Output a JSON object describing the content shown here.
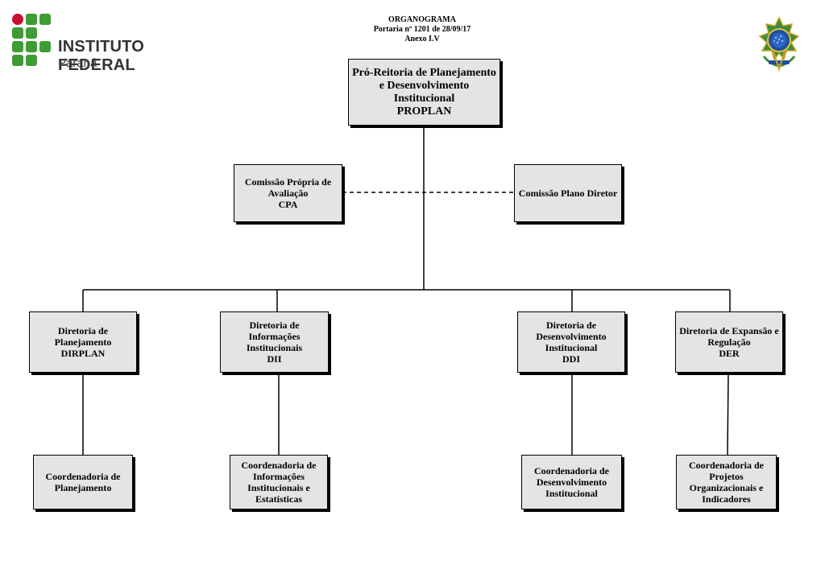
{
  "header": {
    "line1": "ORGANOGRAMA",
    "line2": "Portaria nº 1201 de 28/09/17",
    "line3": "Anexo I.V"
  },
  "logo": {
    "name": "INSTITUTO FEDERAL",
    "campus": "Paraná",
    "colors": {
      "green": "#3f9c35",
      "red": "#c8102e"
    }
  },
  "emblem": {
    "icon": "brazil-coat-of-arms-icon"
  },
  "boxes": {
    "proplan": [
      "Pró-Reitoria de Planejamento",
      "e Desenvolvimento",
      "Institucional",
      "PROPLAN"
    ],
    "cpa": [
      "Comissão Própria de",
      "Avaliação",
      "CPA"
    ],
    "plano_diretor": [
      "Comissão Plano Diretor"
    ],
    "dirplan": [
      "Diretoria de",
      "Planejamento",
      "DIRPLAN"
    ],
    "dii": [
      "Diretoria de",
      "Informações",
      "Institucionais",
      "DII"
    ],
    "ddi": [
      "Diretoria de",
      "Desenvolvimento",
      "Institucional",
      "DDI"
    ],
    "der": [
      "Diretoria de Expansão e",
      "Regulação",
      "DER"
    ],
    "coord_planejamento": [
      "Coordenadoria de",
      "Planejamento"
    ],
    "coord_informacoes": [
      "Coordenadoria de",
      "Informações",
      "Institucionais e",
      "Estatísticas"
    ],
    "coord_desenvolvimento": [
      "Coordenadoria de",
      "Desenvolvimento",
      "Institucional"
    ],
    "coord_projetos": [
      "Coordenadoria de",
      "Projetos",
      "Organizacionais e",
      "Indicadores"
    ]
  },
  "colors": {
    "box_fill": "#e4e4e4",
    "line": "#000000"
  }
}
